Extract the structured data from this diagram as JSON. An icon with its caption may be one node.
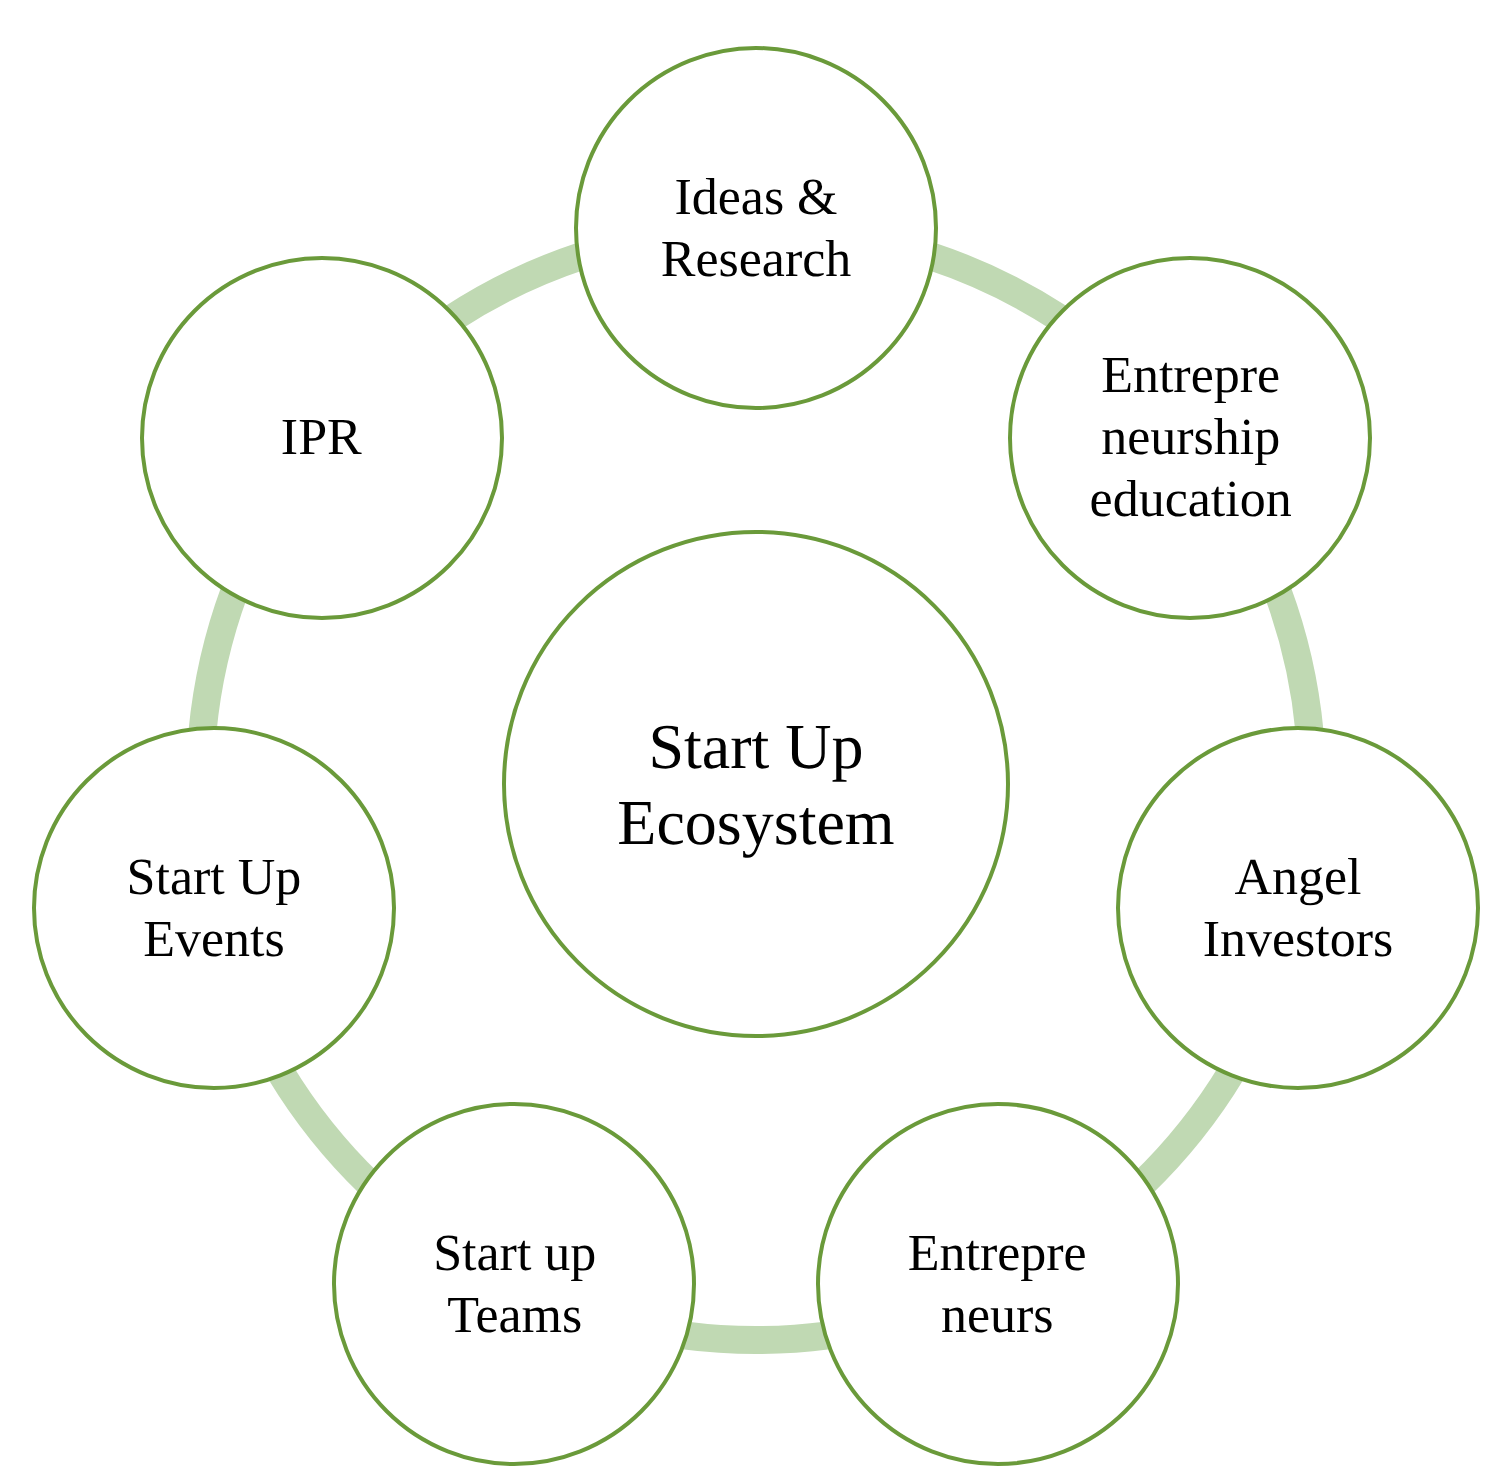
{
  "diagram": {
    "nodes": [
      {
        "text": [
          "Start Up Ecosystem"
        ]
      },
      {
        "text": [
          "Ideas & Research"
        ]
      },
      {
        "text": [
          "Entrepre neurship education"
        ]
      },
      {
        "text": [
          "Angel Investors"
        ]
      },
      {
        "text": [
          "Entrepre neurs"
        ]
      },
      {
        "text": [
          "Start up Teams"
        ]
      },
      {
        "text": [
          "Start Up Events"
        ]
      },
      {
        "text": [
          "IPR"
        ]
      }
    ],
    "edges": [
      {
        "from": 1,
        "to": 2,
        "arrow": "none"
      },
      {
        "from": 2,
        "to": 3,
        "arrow": "none"
      },
      {
        "from": 3,
        "to": 4,
        "arrow": "none"
      },
      {
        "from": 4,
        "to": 5,
        "arrow": "none"
      },
      {
        "from": 5,
        "to": 6,
        "arrow": "none"
      },
      {
        "from": 6,
        "to": 7,
        "arrow": "none"
      },
      {
        "from": 7,
        "to": 1,
        "arrow": "none"
      }
    ]
  }
}
